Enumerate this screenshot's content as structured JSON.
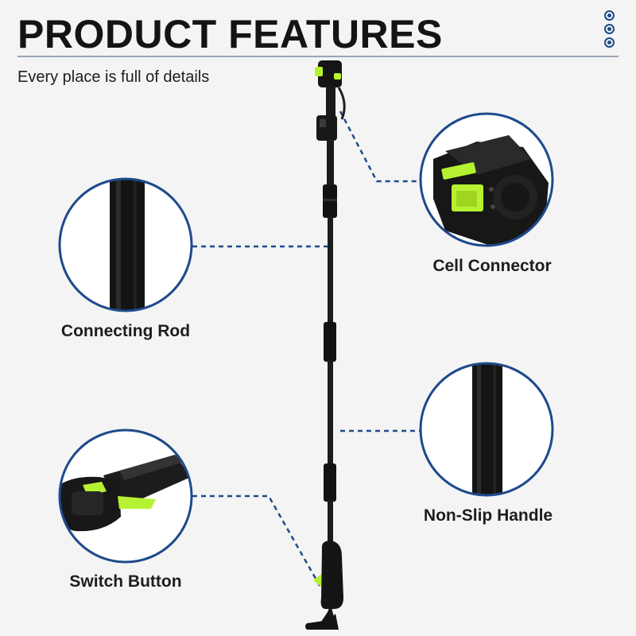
{
  "header": {
    "title": "PRODUCT FEATURES",
    "subtitle": "Every place is full of details"
  },
  "features": {
    "cell_connector": "Cell Connector",
    "connecting_rod": "Connecting Rod",
    "non_slip_handle": "Non-Slip Handle",
    "switch_button": "Switch Button"
  },
  "menu_icon": "more-options-dots-icon",
  "colors": {
    "accent_blue": "#1e4a8c",
    "lime_green": "#b6f231",
    "product_black": "#111111",
    "background": "#f4f4f4"
  }
}
